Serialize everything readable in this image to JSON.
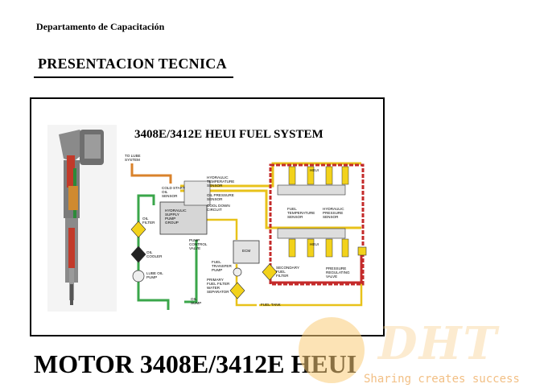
{
  "header": {
    "department": "Departamento de Capacitación",
    "presentation": "PRESENTACION TECNICA"
  },
  "diagram": {
    "title": "3408E/3412E HEUI FUEL SYSTEM",
    "labels": {
      "to_lube_system": "TO LUBE\nSYSTEM",
      "hydraulic_temp_sensor": "HYDRAULIC\nTEMPERATURE\nSENSOR",
      "cold_start_oil_sensor": "COLD START\nOIL\nSENSOR",
      "oil_pressure_sensor": "OIL PRESSURE\nSENSOR",
      "cool_down_circuit": "COOL DOWN\nCIRCUIT",
      "hydraulic_supply_pump_group": "HYDRAULIC\nSUPPLY\nPUMP\nGROUP",
      "oil_filter": "OIL\nFILTER",
      "oil_cooler": "OIL\nCOOLER",
      "lube_oil_pump": "LUBE OIL\nPUMP",
      "pump_control_valve": "PUMP\nCONTROL\nVALVE",
      "ecm": "ECM",
      "fuel_transfer_pump": "FUEL\nTRANSFER\nPUMP",
      "primary_fuel_filter": "PRIMARY\nFUEL FILTER\nWATER\nSEPARATOR",
      "oil_sump": "OIL\nSUMP",
      "fuel_tank": "FUEL TANK",
      "fuel_temperature_sensor": "FUEL\nTEMPERATURE\nSENSOR",
      "hydraulic_pressure_sensor": "HYDRAULIC\nPRESSURE\nSENSOR",
      "heui_top": "HEUI",
      "heui_bottom": "HEUI",
      "secondary_fuel_filter": "SECONDARY\nFUEL\nFILTER",
      "pressure_regulating_valve": "PRESSURE\nREGULATING\nVALVE"
    }
  },
  "main_title": "MOTOR 3408E/3412E HEUI",
  "watermark": {
    "logo": "DHT",
    "tagline": "Sharing creates success"
  }
}
